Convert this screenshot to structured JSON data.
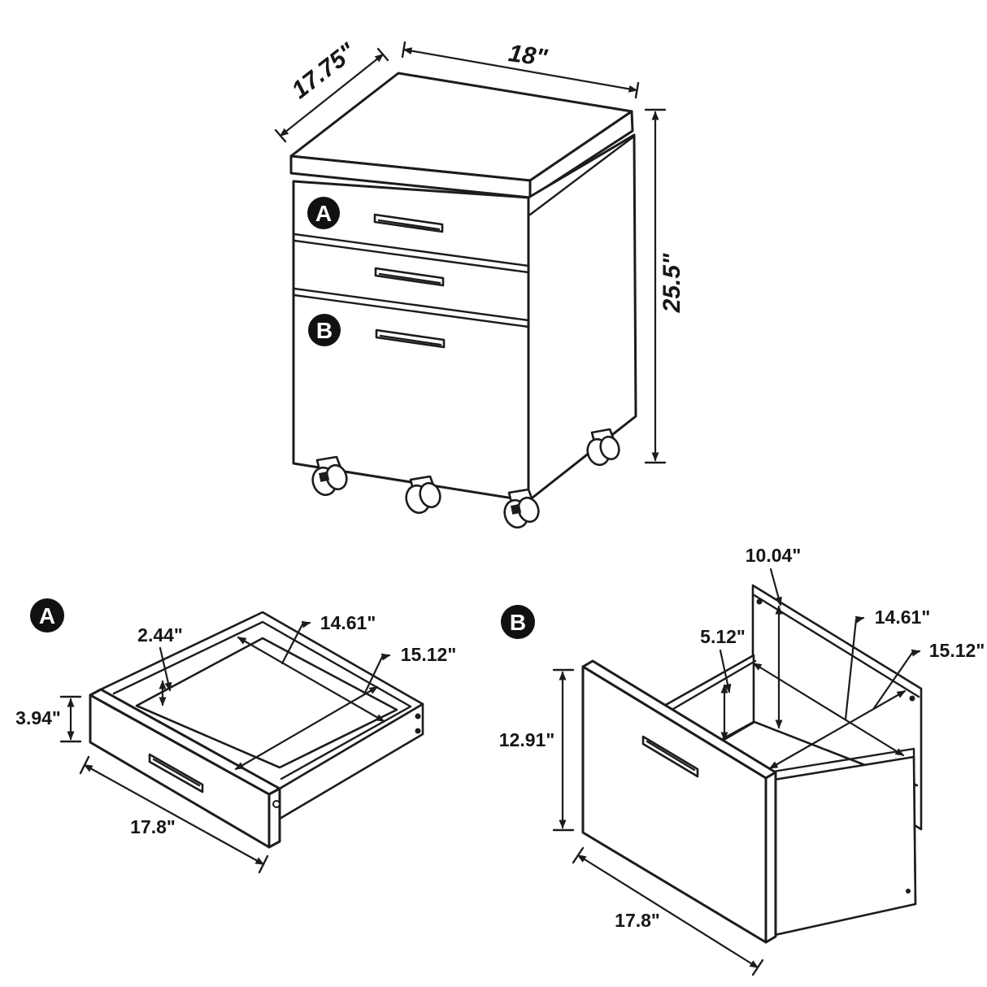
{
  "figure": {
    "background": "#ffffff",
    "line_color": "#1c1c1c",
    "badge_color": "#111111",
    "description": "3-drawer mobile file cabinet dimension diagram"
  },
  "cabinet": {
    "badge_top_drawer": "A",
    "badge_bottom_drawer": "B",
    "dim_depth": "17.75\"",
    "dim_width": "18\"",
    "dim_height": "25.5\""
  },
  "drawer_a": {
    "badge": "A",
    "dim_inner_height": "2.44\"",
    "dim_inner_width": "14.61\"",
    "dim_inner_depth": "15.12\"",
    "dim_front_height": "3.94\"",
    "dim_front_width": "17.8\""
  },
  "drawer_b": {
    "badge": "B",
    "dim_back_height": "10.04\"",
    "dim_side_height": "5.12\"",
    "dim_inner_width": "14.61\"",
    "dim_inner_depth": "15.12\"",
    "dim_front_height": "12.91\"",
    "dim_front_width": "17.8\""
  }
}
